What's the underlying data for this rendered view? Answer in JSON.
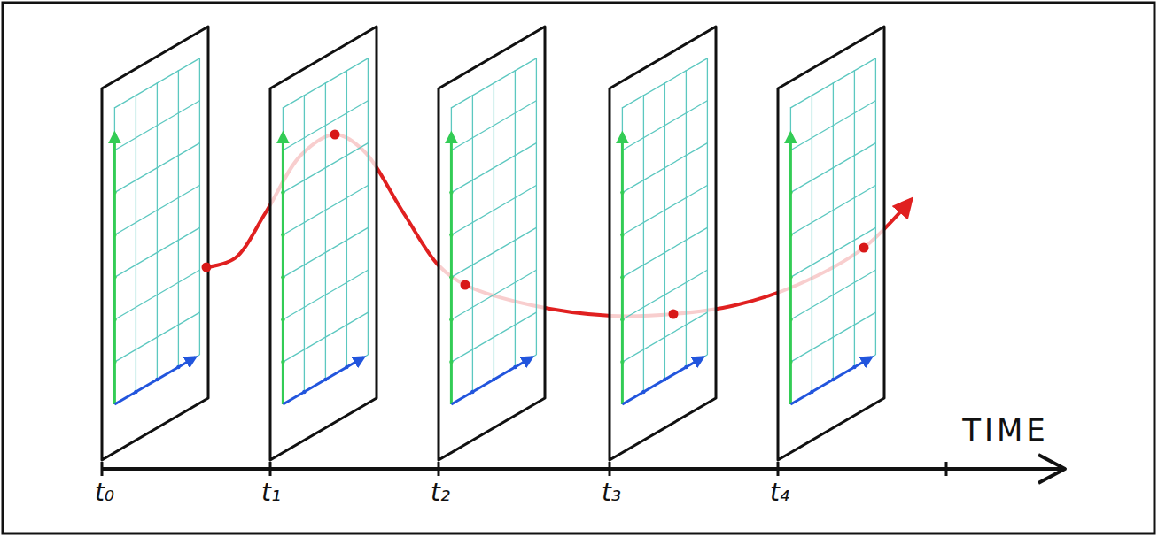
{
  "diagram": {
    "labels": [
      "t₀",
      "t₁",
      "t₂",
      "t₃",
      "t₄",
      "TIME"
    ]
  }
}
